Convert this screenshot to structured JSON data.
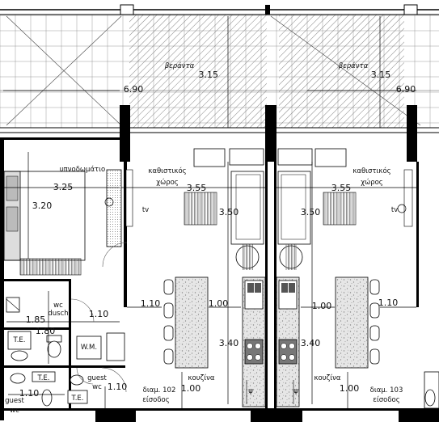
{
  "rooms": {
    "veranda_left": "βεράντα",
    "veranda_right": "βεράντα",
    "bedroom": "υπνοδωμάτιο",
    "living_left_1": "καθιστικός",
    "living_left_2": "χώρος",
    "living_right_1": "καθιστικός",
    "living_right_2": "χώρος",
    "kitchen_left": "κουζίνα",
    "kitchen_right": "κουζίνα",
    "entrance_left_1": "διαμ. 102",
    "entrance_left_2": "είσοδος",
    "entrance_right_1": "διαμ. 103",
    "entrance_right_2": "είσοδος",
    "wc_dusch_1": "wc",
    "wc_dusch_2": "dusch",
    "guest_wc_1": "guest",
    "guest_wc_2": "wc",
    "guest_wc_left_1": "guest",
    "guest_wc_left_2": "wc"
  },
  "dimensions": {
    "veranda_width_left": "6.90",
    "veranda_width_right": "6.90",
    "veranda_depth_left": "3.15",
    "veranda_depth_right": "3.15",
    "bedroom_width": "3.25",
    "bedroom_depth": "3.20",
    "living_width_left": "3.55",
    "living_width_right": "3.55",
    "living_depth_left": "3.50",
    "living_depth_right": "3.50",
    "kitchen_depth_left": "3.40",
    "kitchen_depth_right": "3.40",
    "island_left_a": "1.10",
    "island_left_b": "1.00",
    "island_right_a": "1.00",
    "island_right_b": "1.10",
    "corridor_left": "1.10",
    "bath_width": "1.85",
    "bath_depth": "1.80",
    "entry_left_a": "1.10",
    "entry_left_b": "1.00",
    "entry_right": "1.00",
    "guest_left": "1.10"
  },
  "fixtures": {
    "te_1": "T.E.",
    "te_2": "T.E.",
    "te_3": "T.E.",
    "wm": "W.M.",
    "tv_left": "tv",
    "tv_right": "tv",
    "riser_left": "ψ",
    "riser_right": "ψ"
  }
}
